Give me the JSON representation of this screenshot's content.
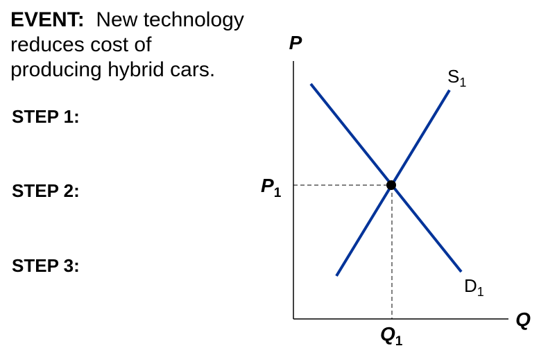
{
  "event": {
    "label": "EVENT:",
    "text_line1": "New technology",
    "text_line2": "reduces cost of",
    "text_line3": "producing hybrid cars."
  },
  "steps": [
    {
      "label": "STEP 1:"
    },
    {
      "label": "STEP 2:"
    },
    {
      "label": "STEP 3:"
    }
  ],
  "graph": {
    "y_axis_label": "P",
    "x_axis_label": "Q",
    "supply_label": "S",
    "supply_subscript": "1",
    "demand_label": "D",
    "demand_subscript": "1",
    "price_label": "P",
    "price_subscript": "1",
    "quantity_label": "Q",
    "quantity_subscript": "1",
    "curve_color": "#003399"
  }
}
